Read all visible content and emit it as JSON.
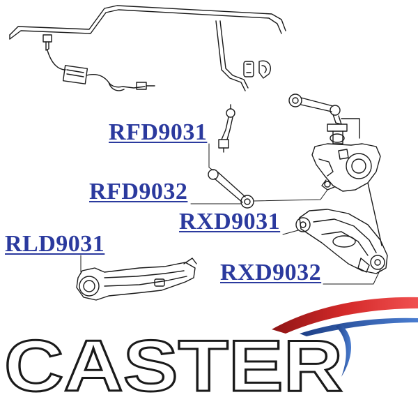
{
  "diagram": {
    "part_labels": [
      {
        "code": "RFD9031"
      },
      {
        "code": "RFD9032"
      },
      {
        "code": "RXD9031"
      },
      {
        "code": "RLD9031"
      },
      {
        "code": "RXD9032"
      }
    ]
  },
  "brand": {
    "name": "CASTER",
    "swoosh_color": "#d42a2a",
    "swoosh_color_secondary": "#2f5fb0"
  },
  "colors": {
    "label_text": "#2b3a9e",
    "drawing_line": "#1a1a1a",
    "logo_outline": "#1a1a1a"
  }
}
